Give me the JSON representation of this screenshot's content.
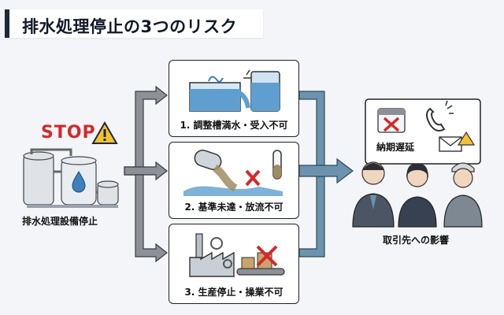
{
  "title": "排水処理停止の3つのリスク",
  "facility": {
    "stop_label": "STOP",
    "label": "排水処理設備停止"
  },
  "risks": [
    {
      "label": "1. 調整槽満水・受入不可"
    },
    {
      "label": "2. 基準未達・放流不可"
    },
    {
      "label": "3. 生産停止・操業不可"
    }
  ],
  "impact": {
    "delay_label": "納期遅延",
    "label": "取引先への影響"
  },
  "colors": {
    "accent_red": "#d62828",
    "warning_yellow": "#f2c230",
    "arrow_blue": "#6b93ad",
    "arrow_gray": "#8d9096",
    "dark_navy": "#1d2939"
  }
}
